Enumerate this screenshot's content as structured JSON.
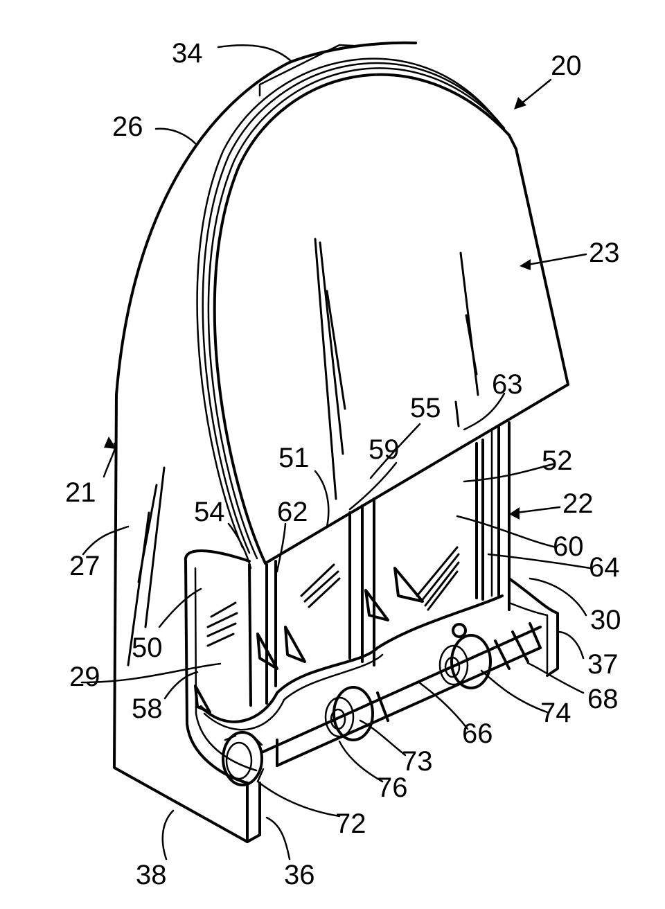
{
  "figure": {
    "references": [
      {
        "id": "34",
        "text": "34"
      },
      {
        "id": "20",
        "text": "20"
      },
      {
        "id": "26",
        "text": "26"
      },
      {
        "id": "23",
        "text": "23"
      },
      {
        "id": "63",
        "text": "63"
      },
      {
        "id": "55",
        "text": "55"
      },
      {
        "id": "59",
        "text": "59"
      },
      {
        "id": "51",
        "text": "51"
      },
      {
        "id": "52",
        "text": "52"
      },
      {
        "id": "21",
        "text": "21"
      },
      {
        "id": "22",
        "text": "22"
      },
      {
        "id": "54",
        "text": "54"
      },
      {
        "id": "62",
        "text": "62"
      },
      {
        "id": "27",
        "text": "27"
      },
      {
        "id": "60",
        "text": "60"
      },
      {
        "id": "64",
        "text": "64"
      },
      {
        "id": "30",
        "text": "30"
      },
      {
        "id": "50",
        "text": "50"
      },
      {
        "id": "29",
        "text": "29"
      },
      {
        "id": "37",
        "text": "37"
      },
      {
        "id": "68",
        "text": "68"
      },
      {
        "id": "58",
        "text": "58"
      },
      {
        "id": "74",
        "text": "74"
      },
      {
        "id": "66",
        "text": "66"
      },
      {
        "id": "73",
        "text": "73"
      },
      {
        "id": "76",
        "text": "76"
      },
      {
        "id": "72",
        "text": "72"
      },
      {
        "id": "38",
        "text": "38"
      },
      {
        "id": "36",
        "text": "36"
      }
    ]
  }
}
